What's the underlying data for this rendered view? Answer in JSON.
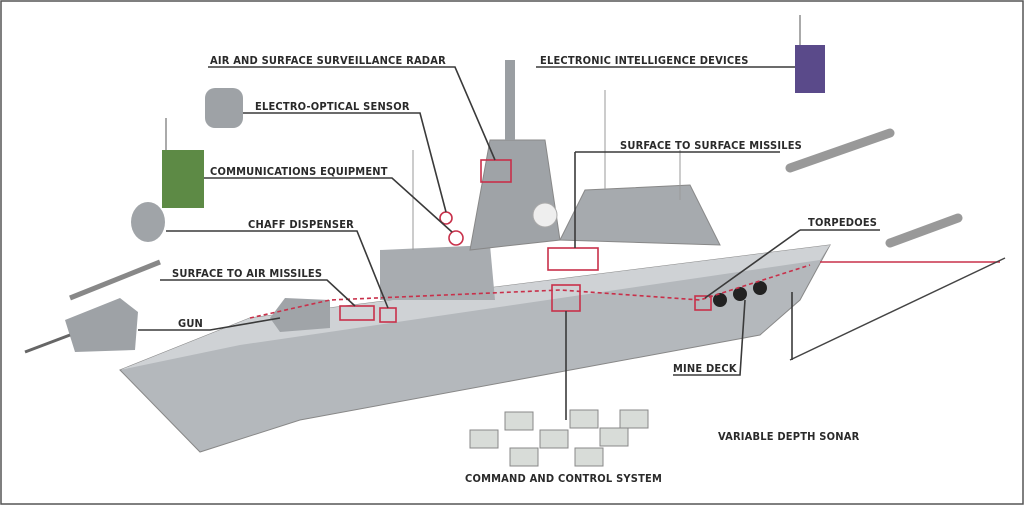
{
  "labels": {
    "radar": "AIR AND SURFACE SURVEILLANCE RADAR",
    "elint": "ELECTRONIC INTELLIGENCE DEVICES",
    "eo_sensor": "ELECTRO-OPTICAL SENSOR",
    "ssm": "SURFACE TO SURFACE MISSILES",
    "comms": "COMMUNICATIONS EQUIPMENT",
    "chaff": "CHAFF DISPENSER",
    "torpedoes": "TORPEDOES",
    "sam": "SURFACE TO AIR MISSILES",
    "gun": "GUN",
    "mine_deck": "MINE DECK",
    "vds": "VARIABLE DEPTH SONAR",
    "c2": "COMMAND AND CONTROL SYSTEM"
  },
  "colors": {
    "hull": "#b9bcc0",
    "highlight": "#c8304a",
    "elint_box": "#5a4a8a",
    "comms_box": "#5d8a45"
  }
}
